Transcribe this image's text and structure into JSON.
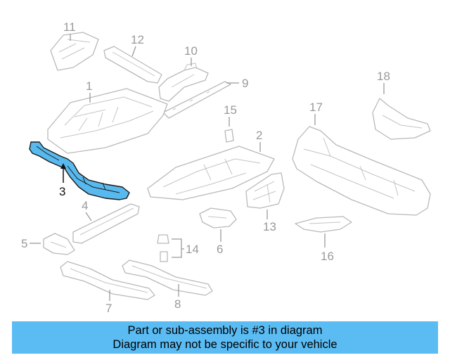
{
  "callouts": {
    "c1": "1",
    "c2": "2",
    "c3": "3",
    "c4": "4",
    "c5": "5",
    "c6": "6",
    "c7": "7",
    "c8": "8",
    "c9": "9",
    "c10": "10",
    "c11": "11",
    "c12": "12",
    "c13": "13",
    "c14": "14",
    "c15": "15",
    "c16": "16",
    "c17": "17",
    "c18": "18"
  },
  "highlighted_part": "3",
  "colors": {
    "highlight": "#58b9ee",
    "banner": "#5bbcf3",
    "linework": "#b9b9b9"
  },
  "banner": {
    "line1": "Part or sub-assembly is #3 in diagram",
    "line2": "Diagram may not be specific to your vehicle"
  }
}
